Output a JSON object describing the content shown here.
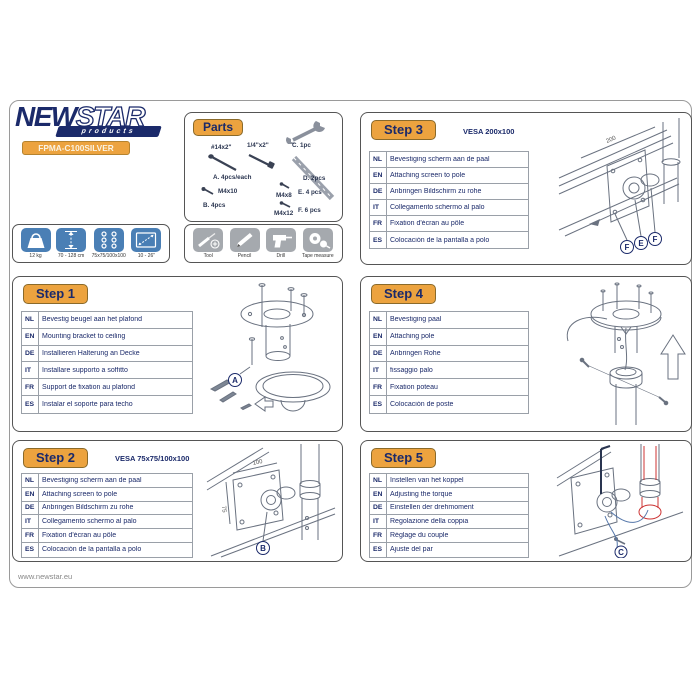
{
  "brand": {
    "name_bold": "NEW",
    "name_light": "STAR",
    "tagline": "products",
    "model": "FPMA-C100SILVER"
  },
  "colors": {
    "navy": "#1b2a6a",
    "accent_orange": "#eca33f",
    "icon_blue": "#4a7fb5",
    "icon_gray": "#a5a9ae",
    "highlight_red": "#cc3333"
  },
  "parts": {
    "title": "Parts",
    "screw_a": {
      "size_1": "#14x2\"",
      "size_2": "1/4\"x2\"",
      "qty": "A. 4pcs/each"
    },
    "wrench": {
      "qty": "C. 1pc"
    },
    "pole": {
      "qty": "D. 2pcs"
    },
    "screw_b": {
      "size": "M4x10",
      "qty": "B. 4pcs"
    },
    "screw_e": {
      "size": "M4x8",
      "qty": "E. 4 pcs"
    },
    "screw_f": {
      "size": "M4x12",
      "qty": "F. 6 pcs"
    }
  },
  "specs": {
    "labels": [
      "12 kg",
      "70 - 128 cm",
      "75x75/100x100",
      "10 - 26\""
    ]
  },
  "tools": {
    "labels": [
      "Tool",
      "Pencil",
      "Drill",
      "Tape measure"
    ]
  },
  "steps": {
    "step1": {
      "title": "Step 1",
      "rows": [
        [
          "NL",
          "Bevestig beugel aan het plafond"
        ],
        [
          "EN",
          "Mounting bracket to ceiling"
        ],
        [
          "DE",
          "Installieren Halterung an Decke"
        ],
        [
          "IT",
          "Installare supporto a soffitto"
        ],
        [
          "FR",
          "Support de fixation au plafond"
        ],
        [
          "ES",
          "Instalar el soporte para techo"
        ]
      ],
      "callout": "A"
    },
    "step2": {
      "title": "Step 2",
      "subtitle": "VESA 75x75/100x100",
      "rows": [
        [
          "NL",
          "Bevestiging scherm aan de paal"
        ],
        [
          "EN",
          "Attaching screen to pole"
        ],
        [
          "DE",
          "Anbringen Bildschirm zu rohe"
        ],
        [
          "IT",
          "Collegamento schermo al palo"
        ],
        [
          "FR",
          "Fixation d'écran au pôle"
        ],
        [
          "ES",
          "Colocación de la pantalla a polo"
        ]
      ],
      "callout": "B",
      "dims": {
        "width": "100",
        "height": "75"
      }
    },
    "step3": {
      "title": "Step 3",
      "subtitle": "VESA 200x100",
      "rows": [
        [
          "NL",
          "Bevestiging scherm aan de paal"
        ],
        [
          "EN",
          "Attaching screen to pole"
        ],
        [
          "DE",
          "Anbringen Bildschirm zu rohe"
        ],
        [
          "IT",
          "Collegamento schermo al palo"
        ],
        [
          "FR",
          "Fixation d'écran au pôle"
        ],
        [
          "ES",
          "Colocación de la pantalla a polo"
        ]
      ],
      "callouts": [
        "F",
        "E",
        "F"
      ],
      "dims": {
        "width": "200"
      }
    },
    "step4": {
      "title": "Step 4",
      "rows": [
        [
          "NL",
          "Bevestiging paal"
        ],
        [
          "EN",
          "Attaching pole"
        ],
        [
          "DE",
          "Anbringen Rohe"
        ],
        [
          "IT",
          "fissaggio palo"
        ],
        [
          "FR",
          "Fixation poteau"
        ],
        [
          "ES",
          "Colocación de poste"
        ]
      ]
    },
    "step5": {
      "title": "Step 5",
      "rows": [
        [
          "NL",
          "Instellen van het koppel"
        ],
        [
          "EN",
          "Adjusting the torque"
        ],
        [
          "DE",
          "Einstellen der drehmoment"
        ],
        [
          "IT",
          "Regolazione della coppia"
        ],
        [
          "FR",
          "Réglage du couple"
        ],
        [
          "ES",
          "Ajuste del par"
        ]
      ],
      "callout": "C"
    }
  },
  "footer": {
    "url": "www.newstar.eu"
  }
}
